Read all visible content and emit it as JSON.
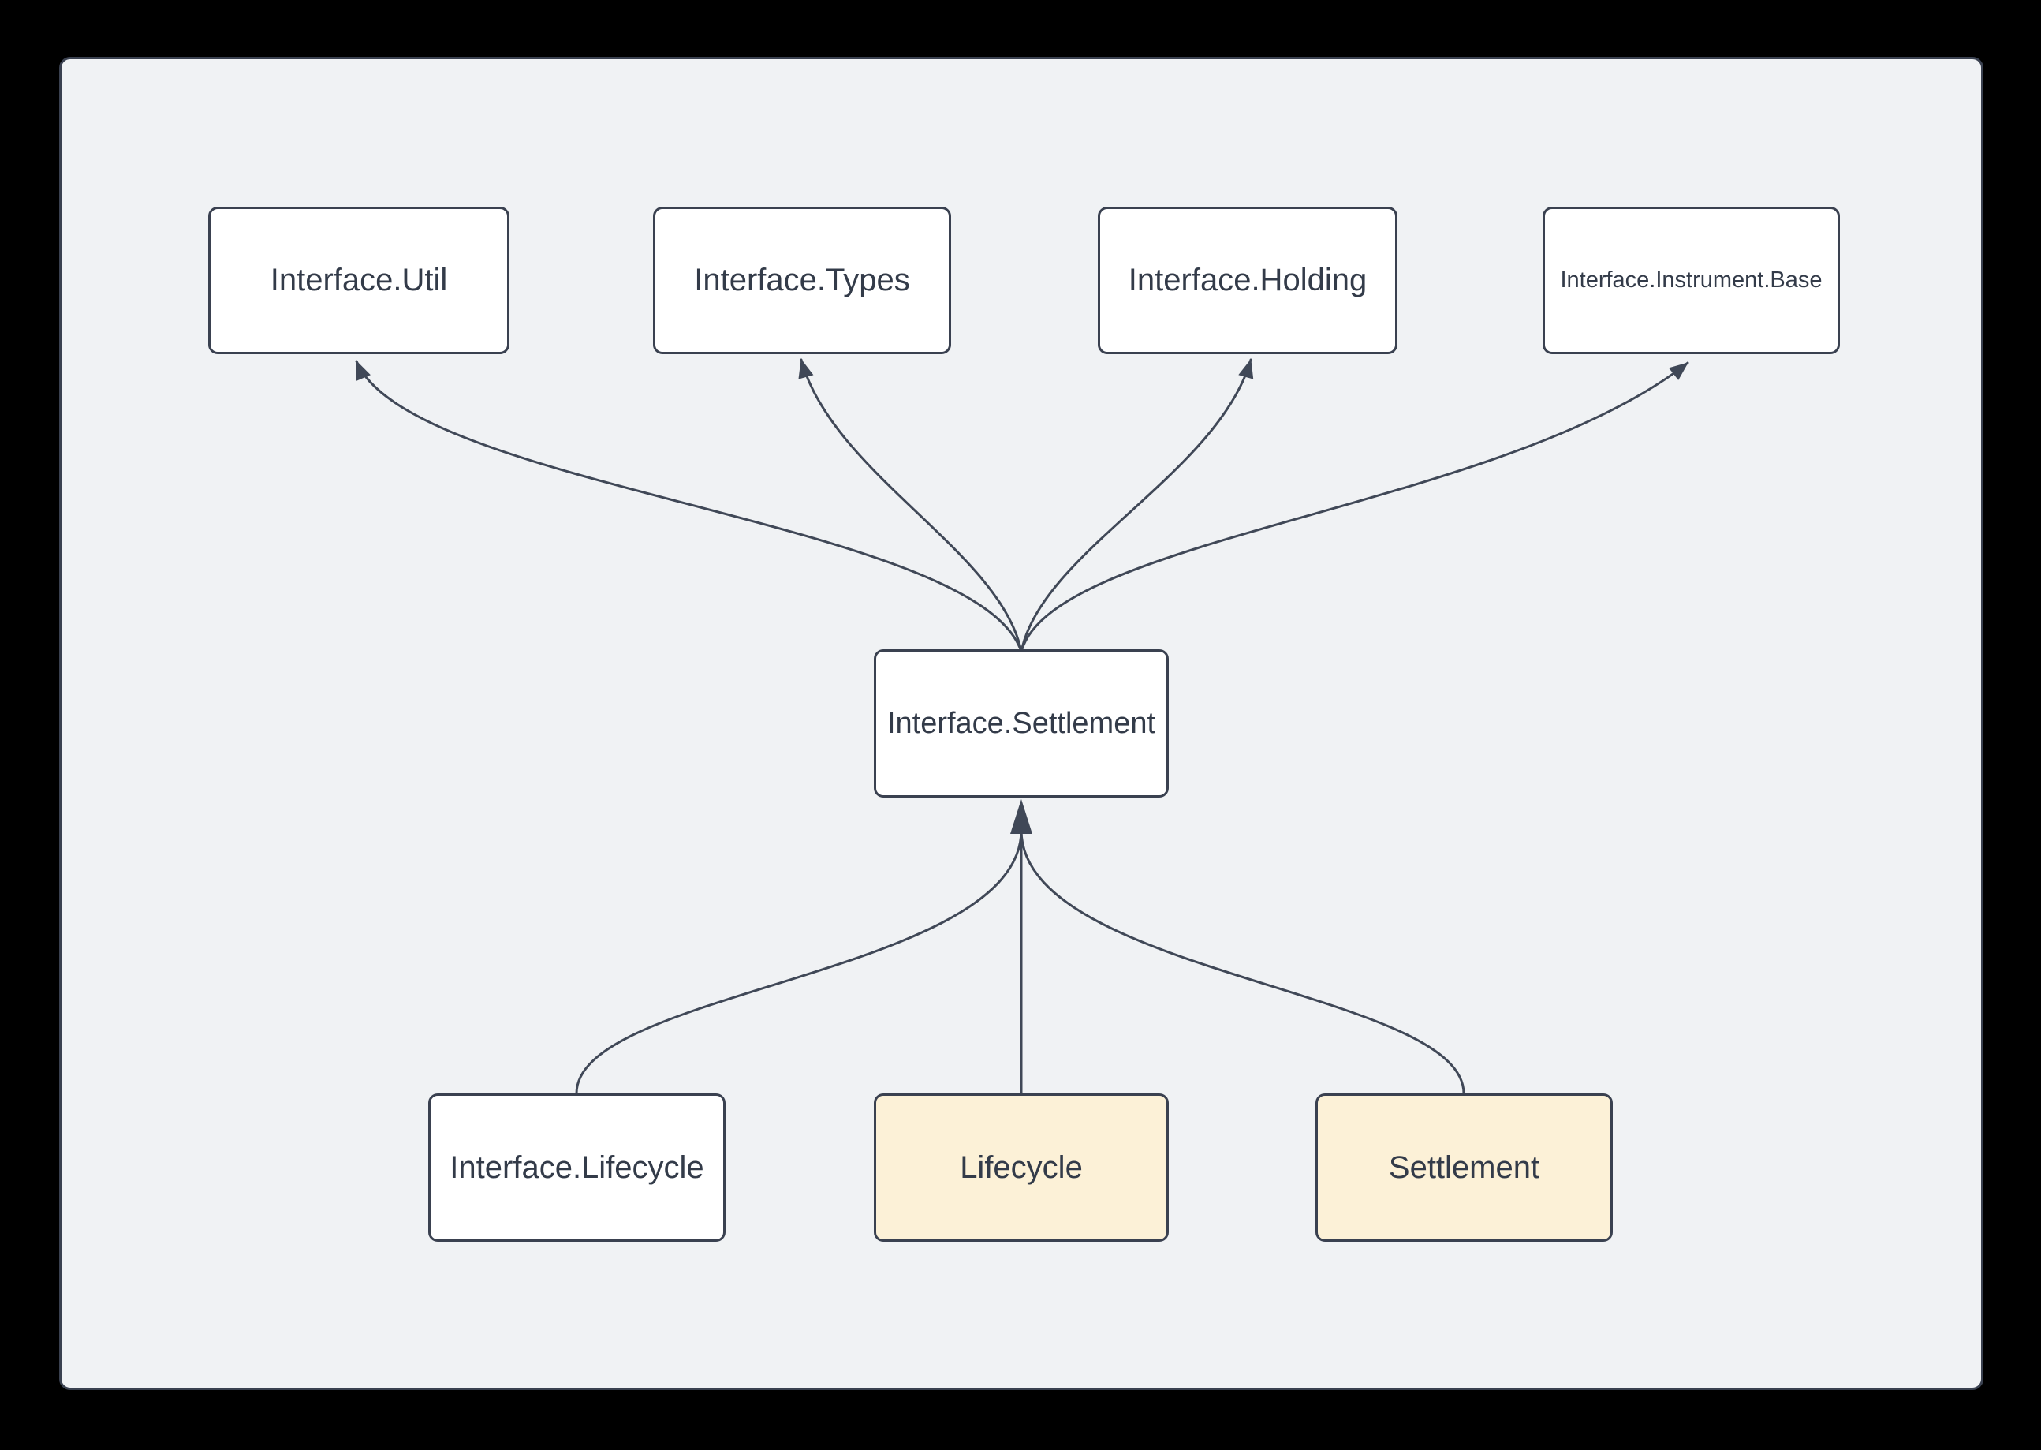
{
  "diagram": {
    "nodes": {
      "util": {
        "label": "Interface.Util",
        "fill": "#ffffff"
      },
      "types": {
        "label": "Interface.Types",
        "fill": "#ffffff"
      },
      "holding": {
        "label": "Interface.Holding",
        "fill": "#ffffff"
      },
      "instrument_base": {
        "label": "Interface.Instrument.Base",
        "fill": "#ffffff"
      },
      "interface_settlement": {
        "label": "Interface.Settlement",
        "fill": "#ffffff"
      },
      "interface_lifecycle": {
        "label": "Interface.Lifecycle",
        "fill": "#ffffff"
      },
      "lifecycle": {
        "label": "Lifecycle",
        "fill": "#fcf1d7"
      },
      "settlement": {
        "label": "Settlement",
        "fill": "#fcf1d7"
      }
    },
    "edges": [
      {
        "from": "Interface.Settlement",
        "to": "Interface.Util"
      },
      {
        "from": "Interface.Settlement",
        "to": "Interface.Types"
      },
      {
        "from": "Interface.Settlement",
        "to": "Interface.Holding"
      },
      {
        "from": "Interface.Settlement",
        "to": "Interface.Instrument.Base"
      },
      {
        "from": "Interface.Lifecycle",
        "to": "Interface.Settlement"
      },
      {
        "from": "Lifecycle",
        "to": "Interface.Settlement"
      },
      {
        "from": "Settlement",
        "to": "Interface.Settlement"
      }
    ],
    "colors": {
      "canvas_background": "#000000",
      "panel_background": "#f0f2f4",
      "panel_border": "#3a4150",
      "node_border": "#3a4150",
      "node_fill_default": "#ffffff",
      "node_fill_highlight": "#fcf1d7",
      "edge_stroke": "#404857",
      "text_color": "#333b49"
    }
  }
}
